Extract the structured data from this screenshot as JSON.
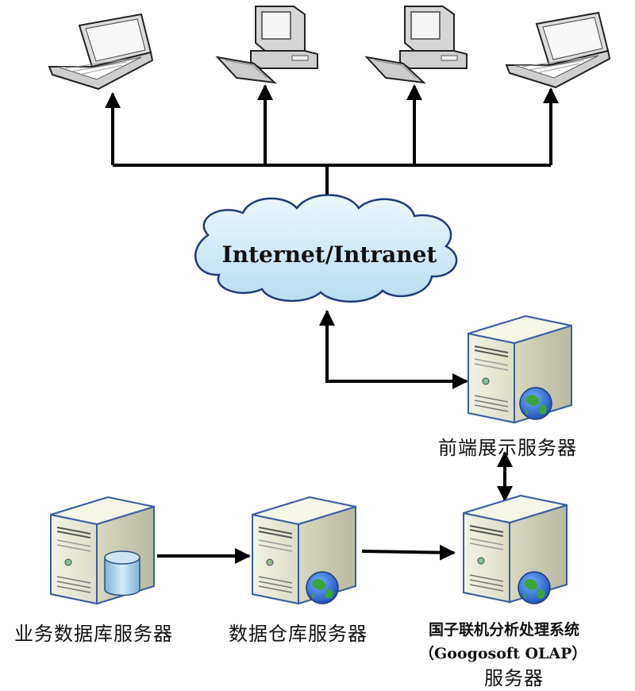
{
  "network": {
    "label": "Internet/Intranet"
  },
  "servers": {
    "frontend": {
      "label": "前端展示服务器"
    },
    "business_db": {
      "label": "业务数据库服务器"
    },
    "warehouse": {
      "label": "数据仓库服务器"
    },
    "olap": {
      "label_line1": "国子联机分析处理系统",
      "label_line2": "（Googosoft OLAP）",
      "label_line3": "服务器"
    }
  },
  "clients": [
    {
      "kind": "laptop-icon"
    },
    {
      "kind": "desktop-icon"
    },
    {
      "kind": "desktop-icon"
    },
    {
      "kind": "laptop-icon"
    }
  ]
}
